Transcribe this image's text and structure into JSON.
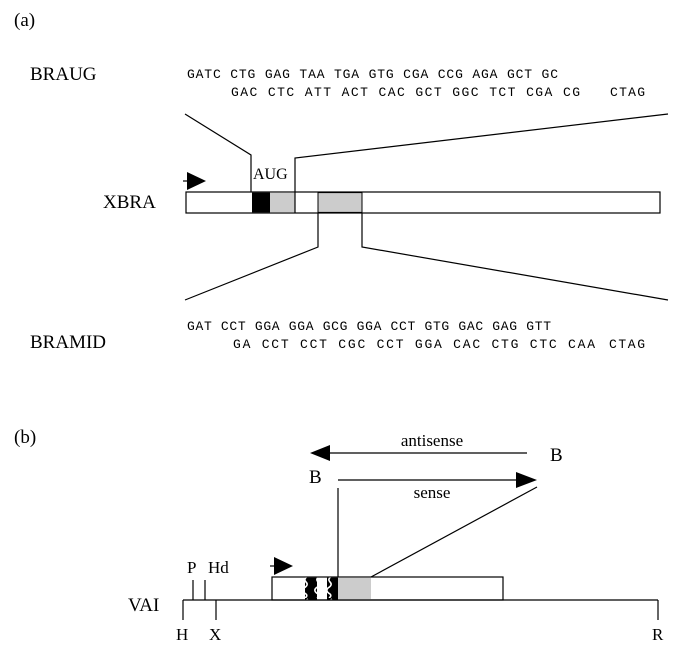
{
  "panel_a": {
    "label": "(a)",
    "braug": {
      "name": "BRAUG",
      "top": "GATC CTG GAG TAA TGA GTG CGA CCG AGA GCT GC",
      "bottom": "GAC CTC ATT ACT CAC GCT GGC TCT CGA CG",
      "bottom_tail": "CTAG"
    },
    "xbra": {
      "name": "XBRA",
      "aug_label": "AUG"
    },
    "bramid": {
      "name": "BRAMID",
      "top": "GAT CCT GGA GGA GCG GGA CCT GTG GAC GAG GTT",
      "bottom": "GA CCT CCT CGC CCT GGA CAC CTG CTC CAA",
      "bottom_tail": "CTAG"
    }
  },
  "panel_b": {
    "label": "(b)",
    "antisense": "antisense",
    "sense": "sense",
    "b_left": "B",
    "b_right": "B",
    "vai": "VAI",
    "sites": {
      "p": "P",
      "hd": "Hd",
      "h": "H",
      "x": "X",
      "r": "R"
    }
  },
  "colors": {
    "grey_region": "#cccccc",
    "black_region": "#000000"
  }
}
